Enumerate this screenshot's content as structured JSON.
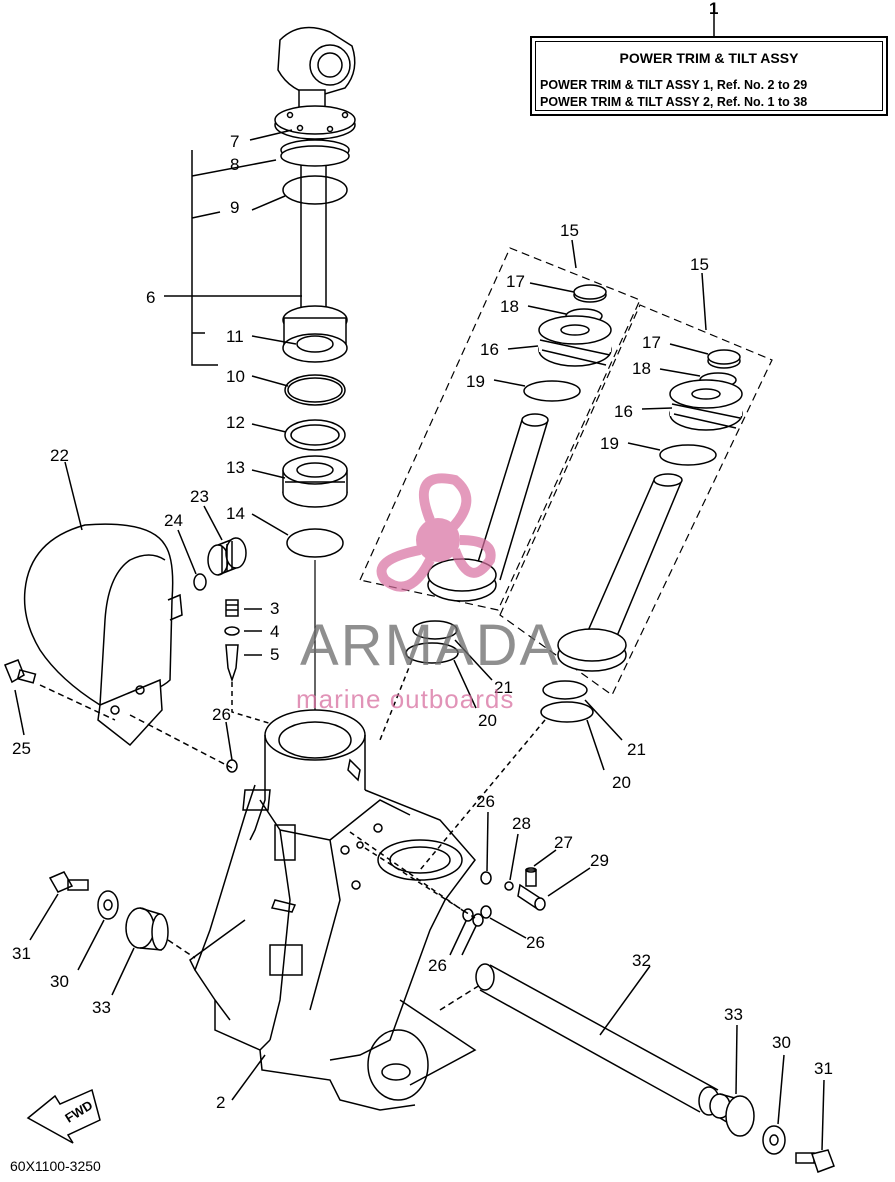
{
  "assembly_box": {
    "ref_number": "1",
    "title": "POWER TRIM & TILT ASSY",
    "line1": "POWER TRIM & TILT ASSY 1,  Ref. No. 2 to 29",
    "line2": "POWER TRIM & TILT ASSY 2,  Ref. No. 1 to 38"
  },
  "callouts": {
    "c2": "2",
    "c3": "3",
    "c4": "4",
    "c5": "5",
    "c6": "6",
    "c7": "7",
    "c8": "8",
    "c9": "9",
    "c10": "10",
    "c11": "11",
    "c12": "12",
    "c13": "13",
    "c14": "14",
    "c15a": "15",
    "c15b": "15",
    "c16a": "16",
    "c16b": "16",
    "c17a": "17",
    "c17b": "17",
    "c18a": "18",
    "c18b": "18",
    "c19a": "19",
    "c19b": "19",
    "c20a": "20",
    "c20b": "20",
    "c21a": "21",
    "c21b": "21",
    "c22": "22",
    "c23": "23",
    "c24": "24",
    "c25": "25",
    "c26a": "26",
    "c26b": "26",
    "c26c": "26",
    "c26d": "26",
    "c27": "27",
    "c28": "28",
    "c29": "29",
    "c30a": "30",
    "c30b": "30",
    "c31a": "31",
    "c31b": "31",
    "c32": "32",
    "c33a": "33",
    "c33b": "33"
  },
  "fwd_label": "FWD",
  "diagram_code": "60X1100-3250",
  "watermark": {
    "name": "ARMADA",
    "tagline": "marine outboards",
    "colors": {
      "text": "#6a6a6a",
      "accent": "#d86fa0"
    }
  }
}
